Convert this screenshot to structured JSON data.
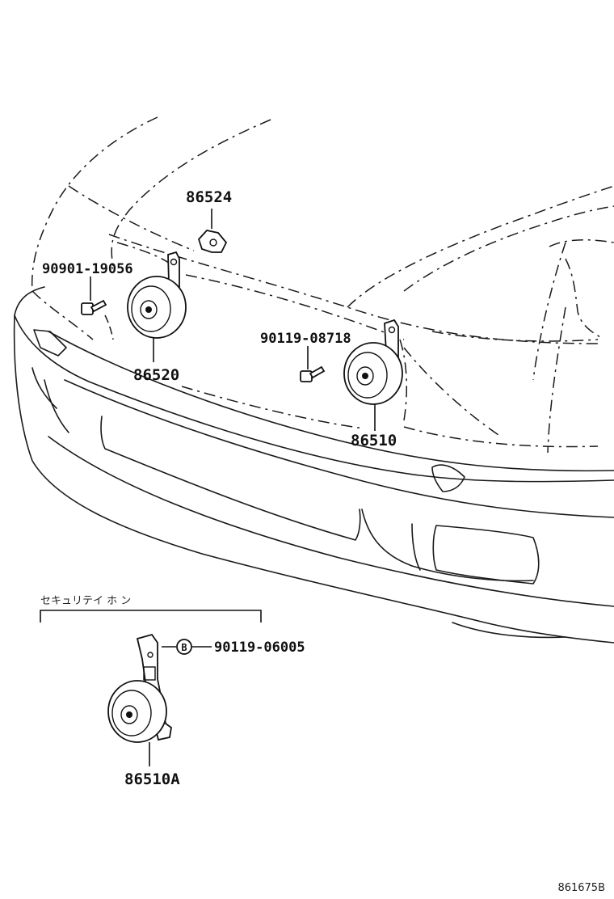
{
  "labels": {
    "part_86524": "86524",
    "part_90901_19056": "90901-19056",
    "part_86520": "86520",
    "part_90119_08718": "90119-08718",
    "part_86510": "86510",
    "security_horn_title": "セキュリテイ ホ ン",
    "part_90119_06005": "90119-06005",
    "callout_b": "B",
    "part_86510A": "86510A",
    "diagram_id": "861675B"
  },
  "colors": {
    "line": "#1a1a1a",
    "background": "#ffffff"
  }
}
